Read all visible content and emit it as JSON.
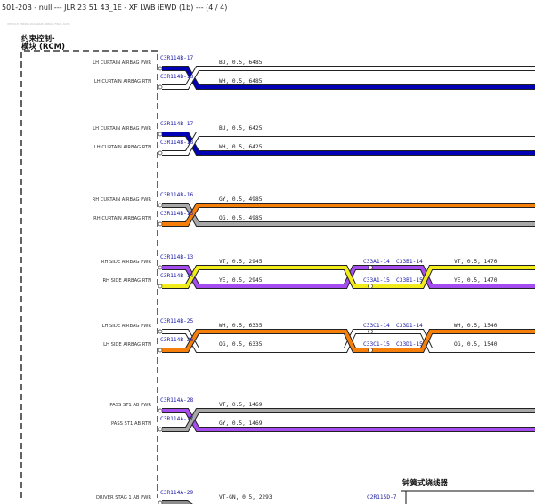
{
  "header": {
    "title": "501-20B - null --- JLR 23 51 43_1E - XF LWB iEWD (1b) --- (4 / 4)",
    "subtitle": "VEHICLE WIRING DIAGRAM AIRBAG FINAL DATA"
  },
  "module": {
    "line1": "约束控制-",
    "line2": "模块 (RCM)"
  },
  "splice_label": "钟簧式绕线器",
  "colors": {
    "BU": "#0000b4",
    "WH": "#ffffff",
    "GY": "#a8a8a8",
    "OG": "#f57f0a",
    "VT": "#a64df2",
    "YE": "#f2ec1a",
    "VT-GN": "#8c8c8c"
  },
  "circuits": [
    {
      "label": "LH CURTAIN AIRBAG PWR",
      "pin": "C3R114B-17",
      "wire": "BU, 0.5, 6485",
      "color": "BU"
    },
    {
      "label": "LH CURTAIN AIRBAG RTN",
      "pin": "C3R114B-18",
      "wire": "WH, 0.5, 6485",
      "color": "WH"
    },
    {
      "label": "LH CURTAIN AIRBAG PWR",
      "pin": "C3R114B-17",
      "wire": "BU, 0.5, 6425",
      "color": "BU"
    },
    {
      "label": "LH CURTAIN AIRBAG RTN",
      "pin": "C3R114B-18",
      "wire": "WH, 0.5, 6425",
      "color": "WH"
    },
    {
      "label": "RH CURTAIN AIRBAG PWR",
      "pin": "C3R114B-16",
      "wire": "GY, 0.5, 4985",
      "color": "GY"
    },
    {
      "label": "RH CURTAIN AIRBAG RTN",
      "pin": "C3R114B-15",
      "wire": "OG, 0.5, 4985",
      "color": "OG"
    },
    {
      "label": "RH SIDE AIRBAG PWR",
      "pin": "C3R114B-13",
      "wire": "VT, 0.5, 2945",
      "color": "VT",
      "mid_a": "C33A1-14",
      "mid_b": "C33B1-14",
      "wire2": "VT, 0.5, 1470"
    },
    {
      "label": "RH SIDE AIRBAG RTN",
      "pin": "C3R114B-14",
      "wire": "YE, 0.5, 2945",
      "color": "YE",
      "mid_a": "C33A1-15",
      "mid_b": "C33B1-15",
      "wire2": "YE, 0.5, 1470"
    },
    {
      "label": "LH SIDE AIRBAG PWR",
      "pin": "C3R114B-25",
      "wire": "WH, 0.5, 6335",
      "color": "WH",
      "mid_a": "C33C1-14",
      "mid_b": "C33D1-14",
      "wire2": "WH, 0.5, 1540"
    },
    {
      "label": "LH SIDE AIRBAG RTN",
      "pin": "C3R114B-26",
      "wire": "OG, 0.5, 6335",
      "color": "OG",
      "mid_a": "C33C1-15",
      "mid_b": "C33D1-15",
      "wire2": "OG, 0.5, 1540"
    },
    {
      "label": "PASS ST1 AB PWR",
      "pin": "C3R114A-28",
      "wire": "VT, 0.5, 1469",
      "color": "VT"
    },
    {
      "label": "PASS ST1 AB RTN",
      "pin": "C3R114A-27",
      "wire": "GY, 0.5, 1469",
      "color": "GY"
    },
    {
      "label": "DRIVER STAG 1 AB PWR",
      "pin": "C3R114A-29",
      "wire": "VT-GN, 0.5, 2293",
      "color": "VT-GN",
      "mid_a": "C2R115D-7"
    }
  ]
}
